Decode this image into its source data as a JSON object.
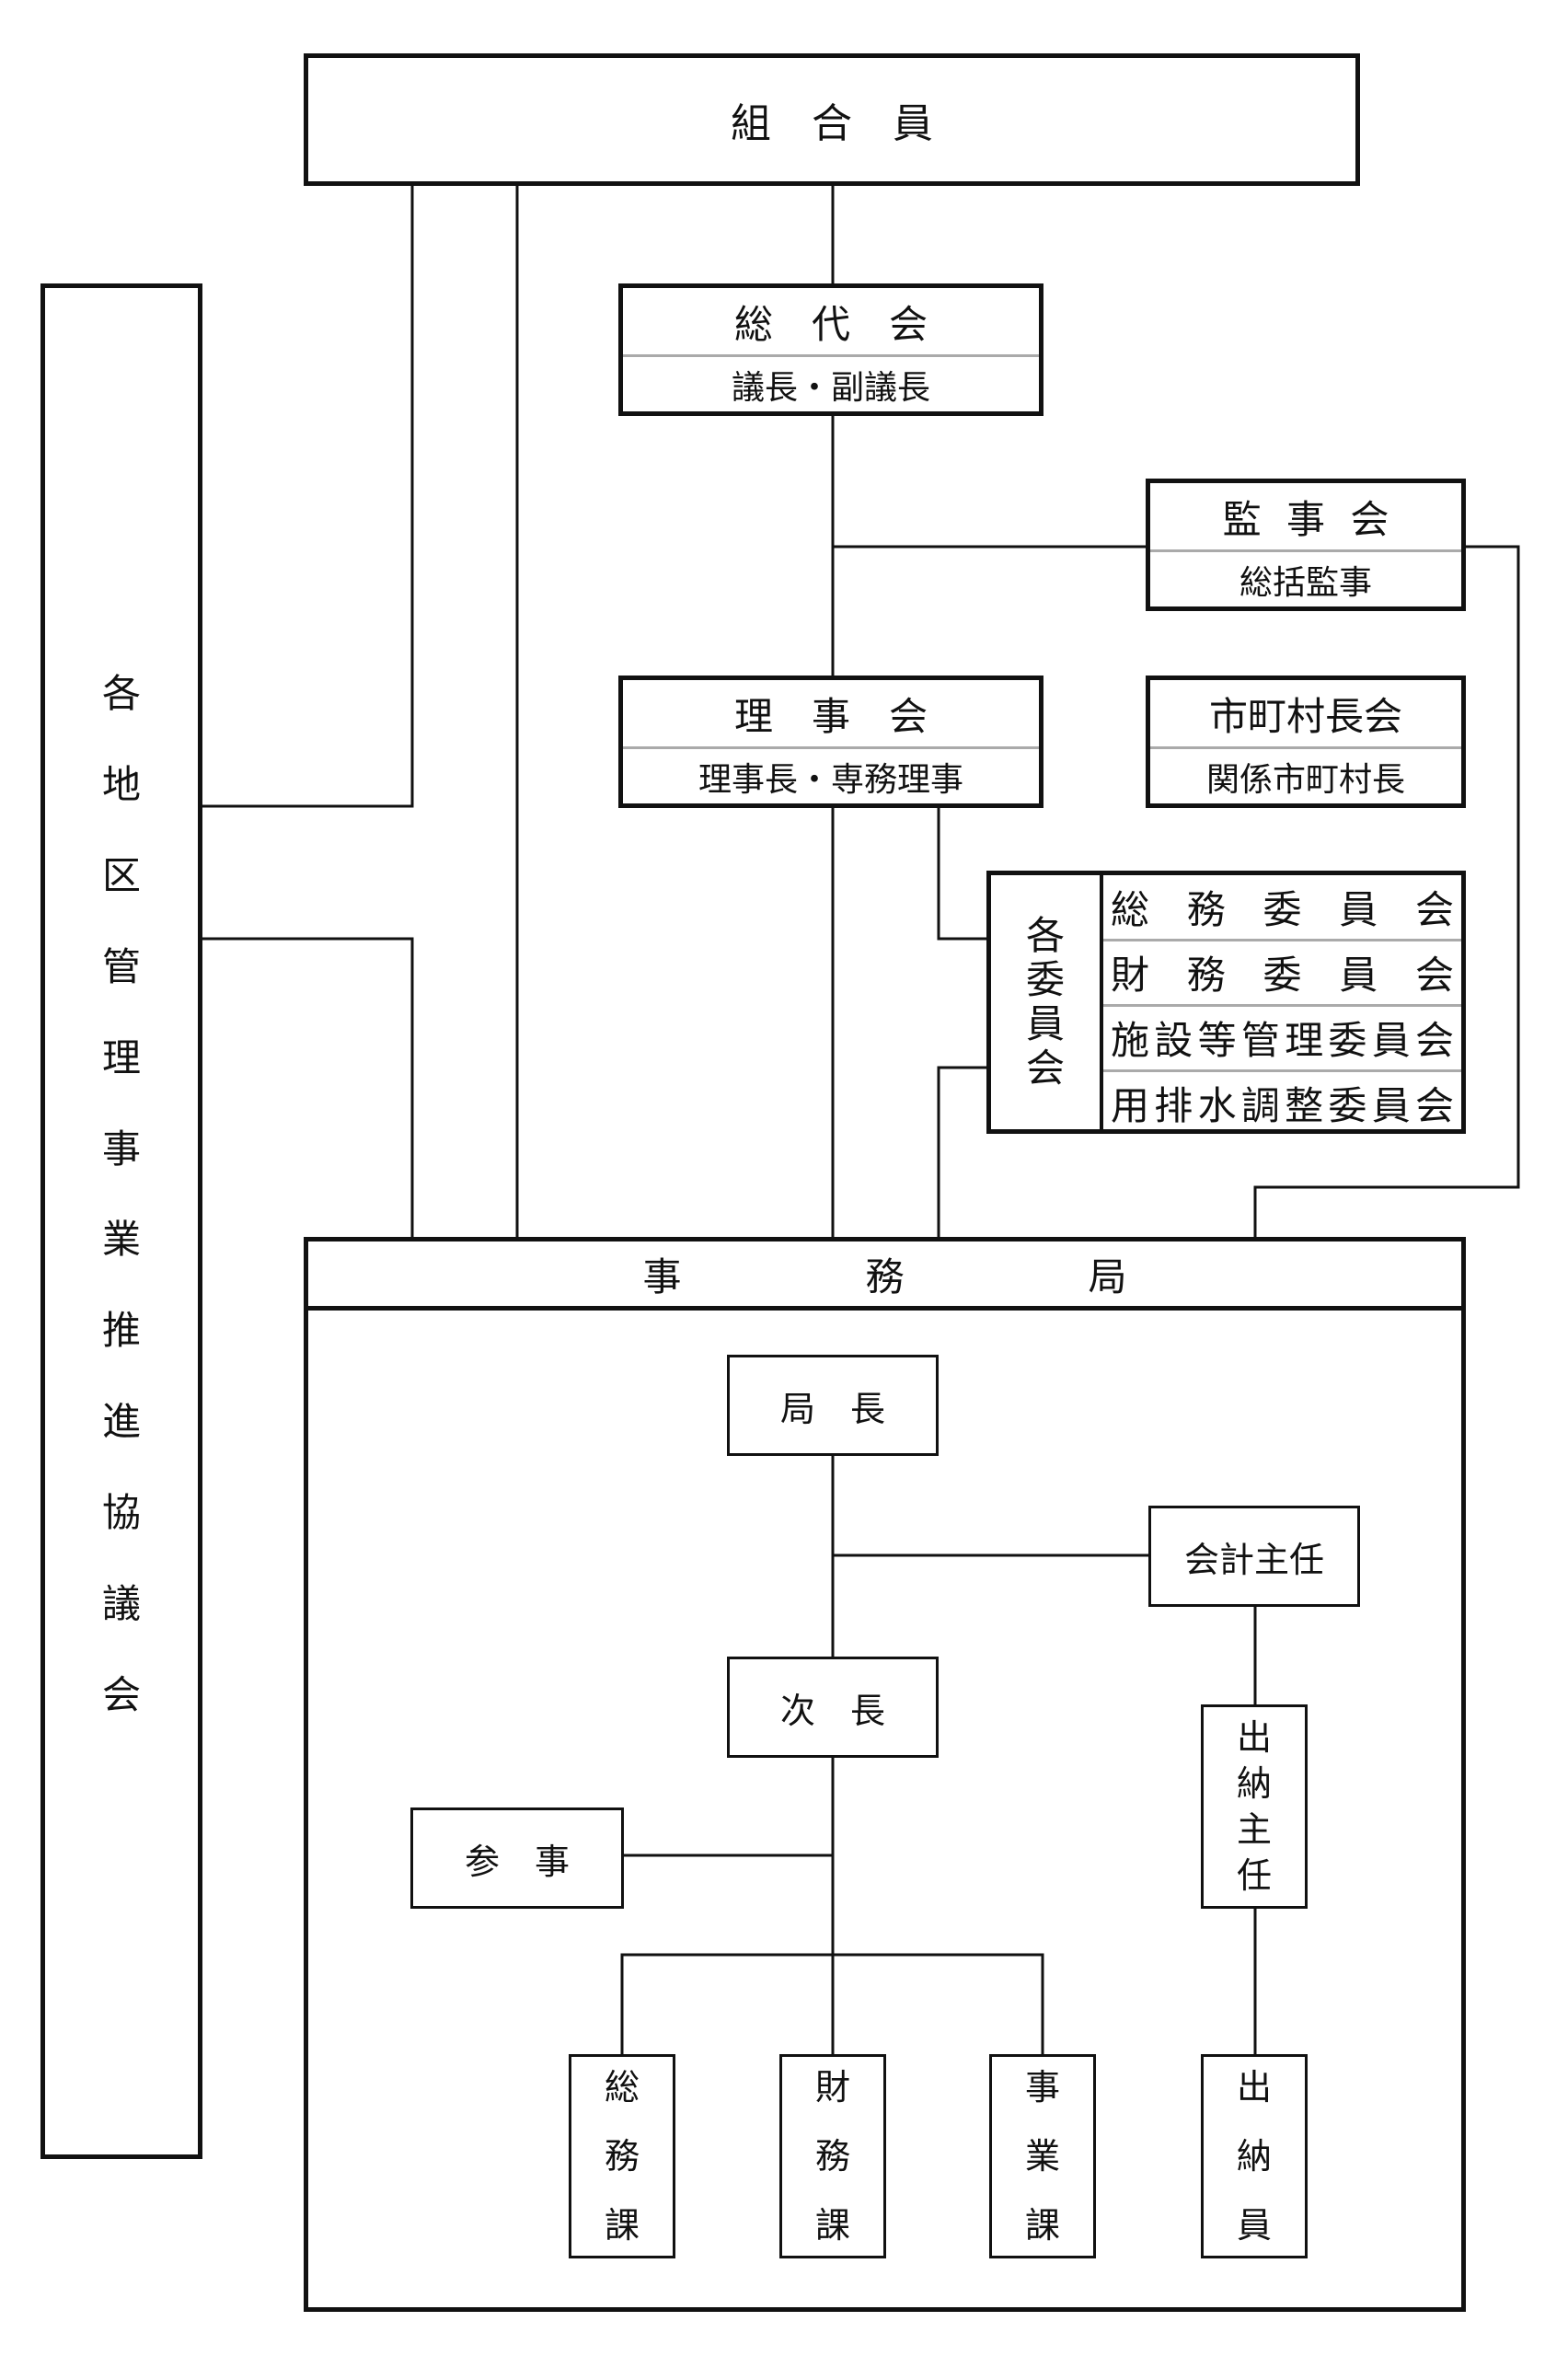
{
  "nodes": {
    "kumiaiin": "組　合　員",
    "sodaikai": "総　代　会",
    "sodaikai_sub": "議長・副議長",
    "kanjikai": "監 事 会",
    "kanjikai_sub": "総括監事",
    "rijikai": "理　事　会",
    "rijikai_sub": "理事長・専務理事",
    "choson": "市町村長会",
    "choson_sub": "関係市町村長",
    "iinkai_label": [
      "各",
      "委",
      "員",
      "会"
    ],
    "iinkai_rows": [
      [
        "総",
        "務",
        "委",
        "員",
        "会"
      ],
      [
        "財",
        "務",
        "委",
        "員",
        "会"
      ],
      [
        "施",
        "設",
        "等",
        "管",
        "理",
        "委",
        "員",
        "会"
      ],
      [
        "用",
        "排",
        "水",
        "調",
        "整",
        "委",
        "員",
        "会"
      ]
    ],
    "jimukyoku": [
      "事",
      "務",
      "局"
    ],
    "kyokucho": "局　長",
    "kaikei": "会計主任",
    "jicho": "次　長",
    "sanji": "参　事",
    "suito_shunin": [
      "出",
      "納",
      "主",
      "任"
    ],
    "somuka": [
      "総",
      "務",
      "課"
    ],
    "zaimuka": [
      "財",
      "務",
      "課"
    ],
    "jigyoka": [
      "事",
      "業",
      "課"
    ],
    "suitoin": [
      "出",
      "納",
      "員"
    ],
    "chiku": [
      "各",
      "地",
      "区",
      "管",
      "理",
      "事",
      "業",
      "推",
      "進",
      "協",
      "議",
      "会"
    ]
  }
}
